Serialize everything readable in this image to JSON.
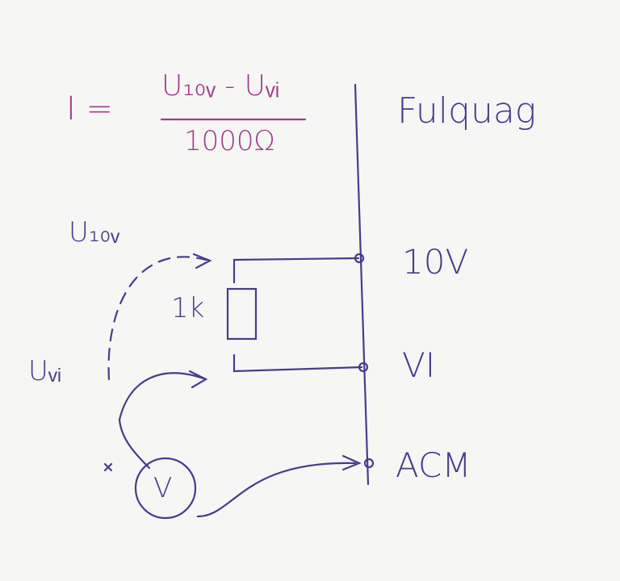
{
  "formula": {
    "lhs": "I =",
    "numerator": "U₁₀ᵥ - Uᵥᵢ",
    "denominator": "1000Ω"
  },
  "title": "Fulquag",
  "labels": {
    "u10v": "U₁₀ᵥ",
    "uvi": "Uᵥᵢ",
    "resistor": "1k",
    "terminal_10v": "10V",
    "terminal_vi": "VI",
    "terminal_acm": "ACM",
    "voltmeter": "V"
  },
  "colors": {
    "ink": "#4a3a8c",
    "formula": "#a03a8a",
    "paper": "#f6f6f4"
  }
}
